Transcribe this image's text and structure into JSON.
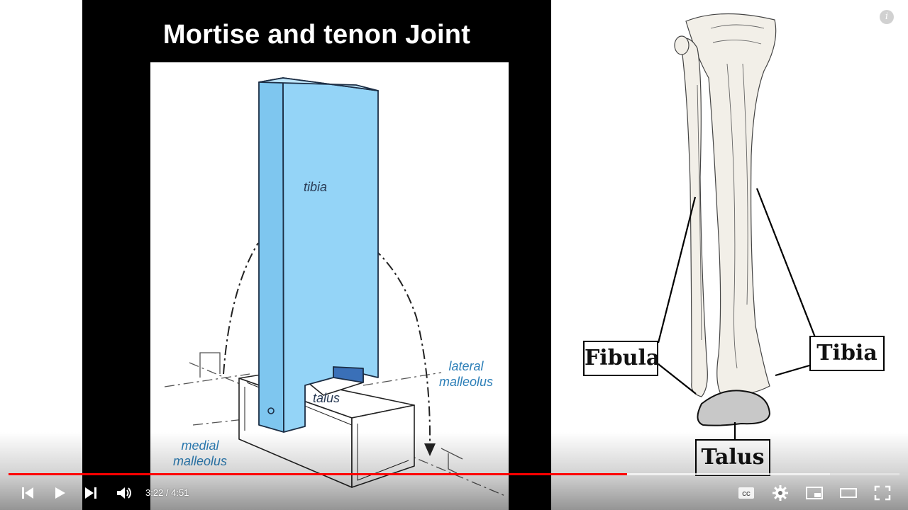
{
  "slide": {
    "title": "Mortise and tenon Joint",
    "labels": {
      "tibia": "tibia",
      "talus": "talus",
      "lateral_malleolus_line1": "lateral",
      "lateral_malleolus_line2": "malleolus",
      "medial_malleolus_line1": "medial",
      "medial_malleolus_line2": "malleolus"
    }
  },
  "anatomy": {
    "fibula_label": "Fibula",
    "tibia_label": "Tibia",
    "talus_label": "Talus"
  },
  "player": {
    "current_time": "3:22",
    "duration": "4:51",
    "time_display": "3:22 / 4:51",
    "progress_fraction": 0.694,
    "buffered_fraction": 0.922,
    "info_glyph": "i",
    "icons": {
      "previous": "skip-previous-icon",
      "play": "play-icon",
      "next": "skip-next-icon",
      "volume": "volume-icon",
      "captions": "closed-captions-icon",
      "settings": "gear-icon",
      "miniplayer": "miniplayer-icon",
      "theater": "theater-mode-icon",
      "fullscreen": "fullscreen-icon"
    },
    "colors": {
      "progress": "#ff0000",
      "tibia_block": "#8fd0f5"
    }
  }
}
